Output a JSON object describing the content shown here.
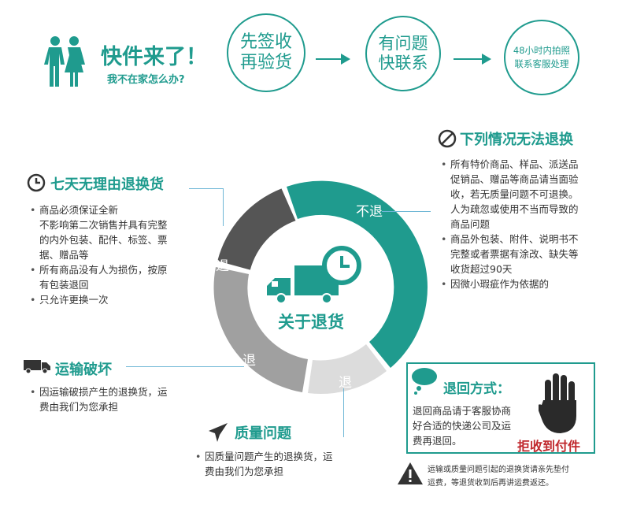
{
  "header": {
    "title": "快件来了！",
    "subtitle": "我不在家怎么办?",
    "step1": [
      "先签收",
      "再验货"
    ],
    "step2": [
      "有问题",
      "快联系"
    ],
    "step3": [
      "48小时内拍照",
      "联系客服处理"
    ]
  },
  "center": {
    "title": "关于退货",
    "segments": {
      "top": "不退",
      "left": "退",
      "bottom_left": "退",
      "bottom": "退"
    }
  },
  "no_return": {
    "title": "下列情况无法退换",
    "items": [
      "所有特价商品、样品、派送品\n促销品、赠品等商品请当面验\n收，若无质量问题不可退换。\n人为疏忽或使用不当而导致的\n商品问题",
      "商品外包装、附件、说明书不\n完整或者票据有涂改、缺失等\n收货超过90天",
      "因微小瑕疵作为依据的"
    ]
  },
  "seven_days": {
    "title": "七天无理由退换货",
    "items": [
      "商品必须保证全新\n不影响第二次销售并具有完整\n的内外包装、配件、标签、票\n据、赠品等",
      "所有商品没有人为损伤，按原\n有包装退回",
      "只允许更换一次"
    ]
  },
  "transport": {
    "title": "运输破坏",
    "items": [
      "因运输破损产生的退换货，运\n费由我们为您承担"
    ]
  },
  "quality": {
    "title": "质量问题",
    "items": [
      "因质量问题产生的退换货，运\n费由我们为您承担"
    ]
  },
  "return_method": {
    "title": "退回方式：",
    "text": "退回商品请于客服协商\n好合适的快递公司及运\n费再退回。",
    "refuse": "拒收到付件"
  },
  "warning": {
    "text": "运输或质量问题引起的退换货请亲先垫付\n运费，等退货收到后再讲运费返还。"
  },
  "icons": [
    "people-icon",
    "clock-icon",
    "ban-icon",
    "truck-icon",
    "airplane-icon",
    "thought-bubble-icon",
    "stop-hand-icon",
    "warning-icon"
  ],
  "colors": {
    "teal": "#1f9b8e",
    "dark_gray": "#555555",
    "mid_gray": "#a0a0a0",
    "light_gray": "#dcdcdc",
    "red": "#c0282d",
    "leader": "#6fb7d6"
  }
}
